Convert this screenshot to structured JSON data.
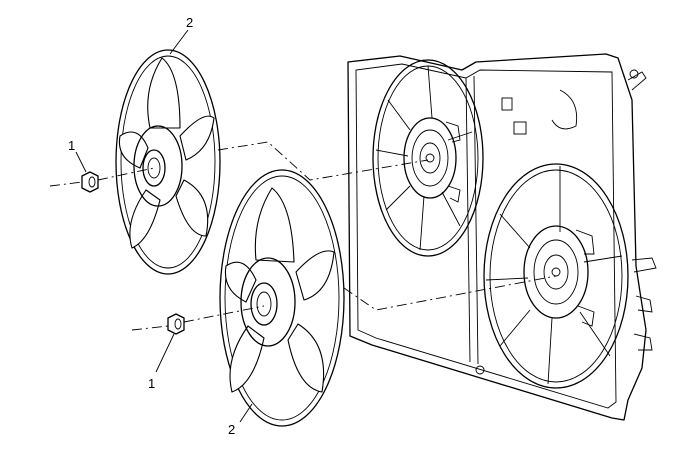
{
  "callouts": {
    "nut_upper": "1",
    "nut_lower": "1",
    "fan_upper": "2",
    "fan_lower": "2"
  }
}
